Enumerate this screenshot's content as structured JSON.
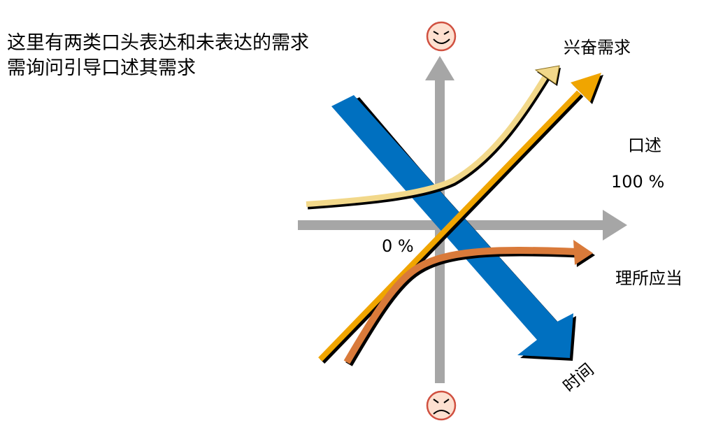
{
  "intro": {
    "line1": "这里有两类口头表达和未表达的需求",
    "line2": "需询问引导口述其需求"
  },
  "labels": {
    "excitement": "兴奋需求",
    "spoken": "口述",
    "hundred_percent": "100 %",
    "zero_percent": "0 %",
    "expected": "理所应当",
    "time": "时间"
  },
  "colors": {
    "axis": "#a6a6a6",
    "time_arrow": "#0070c0",
    "excitement_curve": "#f2d88a",
    "spoken_line": "#f0a500",
    "expected_curve": "#d97a3a",
    "face_fill": "#fde0d0",
    "face_stroke": "#d05040"
  },
  "icons": {
    "top": "happy-face-icon",
    "bottom": "unhappy-face-icon"
  }
}
